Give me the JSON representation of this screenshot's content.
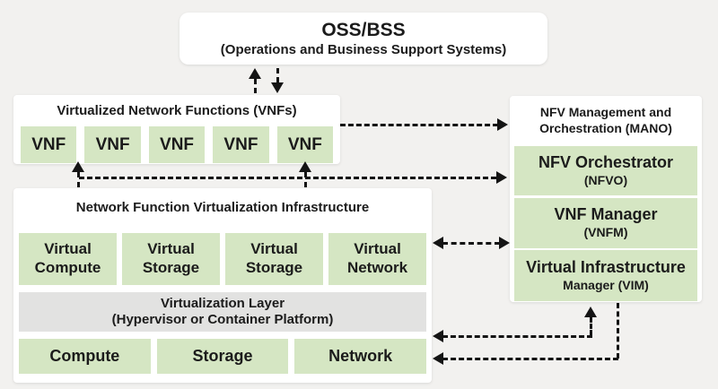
{
  "colors": {
    "background": "#f2f1ef",
    "box_white": "#ffffff",
    "box_green": "#d5e6c3",
    "box_gray": "#e2e2e1",
    "arrow": "#141414",
    "text": "#1b1b1b"
  },
  "oss_bss": {
    "title": "OSS/BSS",
    "subtitle": "(Operations and Business Support Systems)"
  },
  "vnfs": {
    "title": "Virtualized Network Functions (VNFs)",
    "items": [
      "VNF",
      "VNF",
      "VNF",
      "VNF",
      "VNF"
    ]
  },
  "nfvi": {
    "title": "Network Function Virtualization Infrastructure",
    "virtual_resources": [
      {
        "line1": "Virtual",
        "line2": "Compute"
      },
      {
        "line1": "Virtual",
        "line2": "Storage"
      },
      {
        "line1": "Virtual",
        "line2": "Storage"
      },
      {
        "line1": "Virtual",
        "line2": "Network"
      }
    ],
    "virtualization_layer": {
      "line1": "Virtualization Layer",
      "line2": "(Hypervisor or Container Platform)"
    },
    "hardware_resources": [
      "Compute",
      "Storage",
      "Network"
    ]
  },
  "mano": {
    "title_line1": "NFV Management and",
    "title_line2": "Orchestration (MANO)",
    "components": [
      {
        "line1": "NFV Orchestrator",
        "line2": "(NFVO)"
      },
      {
        "line1": "VNF Manager",
        "line2": "(VNFM)"
      },
      {
        "line1": "Virtual Infrastructure",
        "line2": "Manager (VIM)"
      }
    ]
  }
}
